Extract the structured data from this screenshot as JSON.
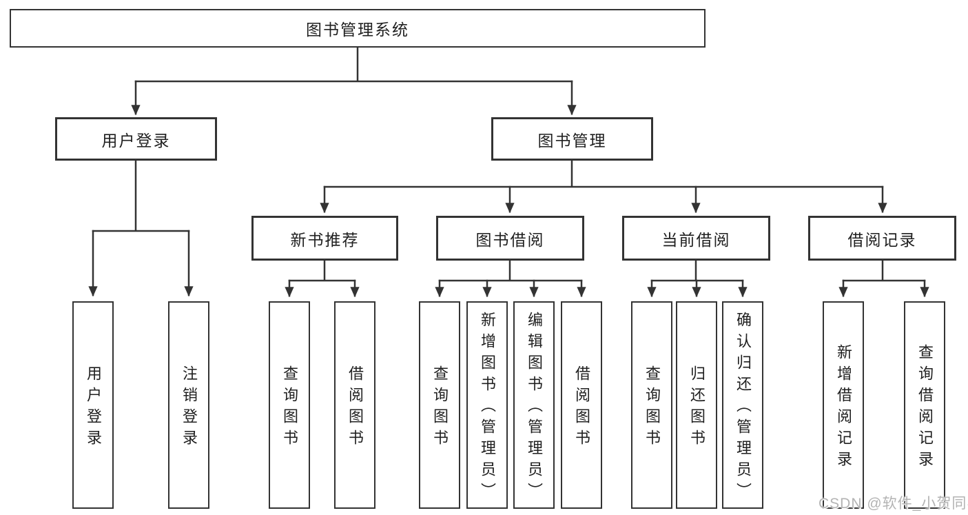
{
  "page": {
    "background": "#ffffff",
    "line_color": "#333333",
    "box_border_color": "#333333",
    "text_color": "#1f1f1f",
    "watermark": {
      "text": "CSDN @软件_小贺同学",
      "color": "#b3b3b3"
    }
  },
  "root": {
    "label": "图书管理系统"
  },
  "branches": {
    "user": {
      "label": "用户登录",
      "children": [
        {
          "label": "用户登录"
        },
        {
          "label": "注销登录"
        }
      ]
    },
    "book": {
      "label": "图书管理",
      "children": [
        {
          "label": "新书推荐",
          "children": [
            {
              "label": "查询图书"
            },
            {
              "label": "借阅图书"
            }
          ]
        },
        {
          "label": "图书借阅",
          "children": [
            {
              "label": "查询图书"
            },
            {
              "label": "新增图书（管理员）"
            },
            {
              "label": "编辑图书（管理员）"
            },
            {
              "label": "借阅图书"
            }
          ]
        },
        {
          "label": "当前借阅",
          "children": [
            {
              "label": "查询图书"
            },
            {
              "label": "归还图书"
            },
            {
              "label": "确认归还（管理员）"
            }
          ]
        },
        {
          "label": "借阅记录",
          "children": [
            {
              "label": "新增借阅记录"
            },
            {
              "label": "查询借阅记录"
            }
          ]
        }
      ]
    }
  }
}
